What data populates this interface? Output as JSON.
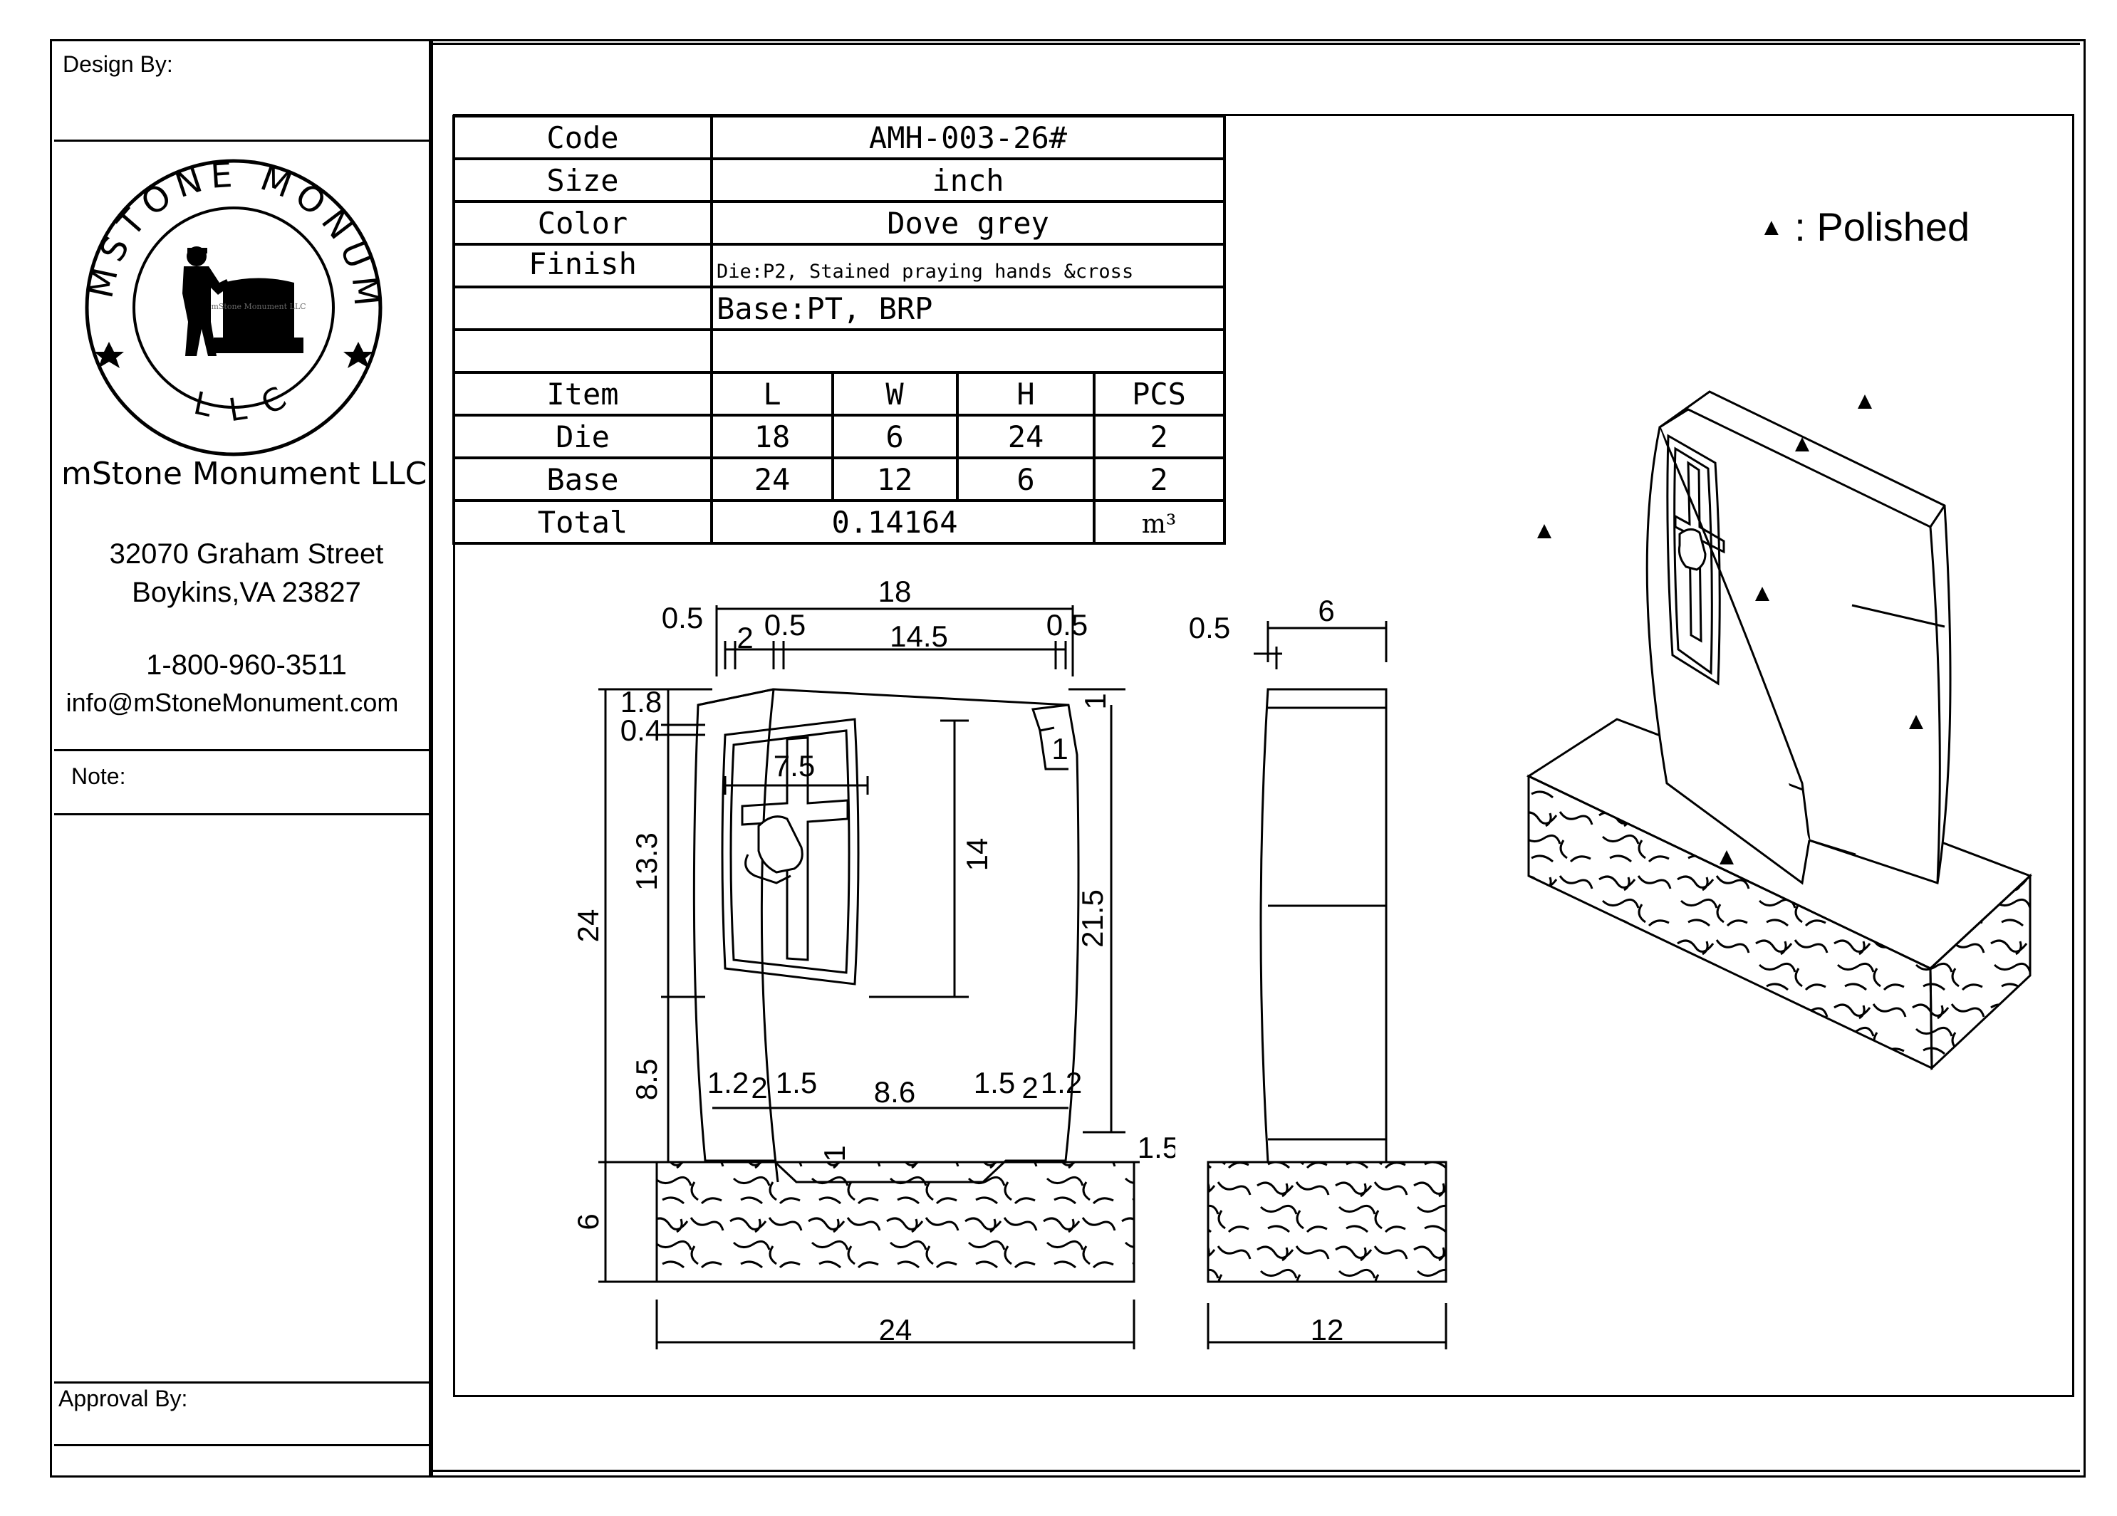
{
  "sidebar": {
    "design_by": "Design By:",
    "company_name": "mStone Monument LLC",
    "address_line1": "32070 Graham Street",
    "address_line2": "Boykins,VA 23827",
    "phone": "1-800-960-3511",
    "email": "info@mStoneMonument.com",
    "note": "Note:",
    "approval_by": "Approval By:"
  },
  "logo": {
    "ring_text_top": "MSTONE MONUMENT",
    "ring_text_bottom": "LLC",
    "stone_text": "mStone Monument LLC"
  },
  "spec": {
    "rows": [
      {
        "label": "Code",
        "value": "AMH-003-26#"
      },
      {
        "label": "Size",
        "value": "inch"
      },
      {
        "label": "Color",
        "value": "Dove grey"
      },
      {
        "label": "Finish",
        "value": "Die:P2, Stained  praying hands &cross"
      },
      {
        "label": "",
        "value": "Base:PT, BRP"
      },
      {
        "label": "",
        "value": ""
      }
    ],
    "headers": [
      "Item",
      "L",
      "W",
      "H",
      "PCS"
    ],
    "items": [
      {
        "name": "Die",
        "L": "18",
        "W": "6",
        "H": "24",
        "PCS": "2"
      },
      {
        "name": "Base",
        "L": "24",
        "W": "12",
        "H": "6",
        "PCS": "2"
      }
    ],
    "total_label": "Total",
    "total_value": "0.14164",
    "total_unit": "m³"
  },
  "legend": {
    "symbol": "▲",
    "text": ": Polished"
  },
  "dims_front": {
    "overall_width": "18",
    "left_margin": "0.5",
    "left_inset": "2",
    "inner_left": "0.5",
    "inner_width": "14.5",
    "right_margin": "0.5",
    "top_1": "1.8",
    "top_2": "0.4",
    "panel_width": "7.5",
    "panel_height": "13.3",
    "cross_height": "14",
    "total_height": "24",
    "lower_height": "8.5",
    "right_height": "21.5",
    "corner_a": "1",
    "corner_b": "1",
    "bottom_left_a": "1.2",
    "bottom_left_b": "2",
    "bottom_left_c": "1.5",
    "bottom_mid": "8.6",
    "bottom_right_c": "1.5",
    "bottom_right_b": "2",
    "bottom_right_a": "1.2",
    "bottom_notch": "1",
    "base_offset": "1.5",
    "base_height": "6",
    "base_width": "24"
  },
  "dims_side": {
    "depth": "6",
    "offset": "0.5",
    "base_depth": "12"
  }
}
